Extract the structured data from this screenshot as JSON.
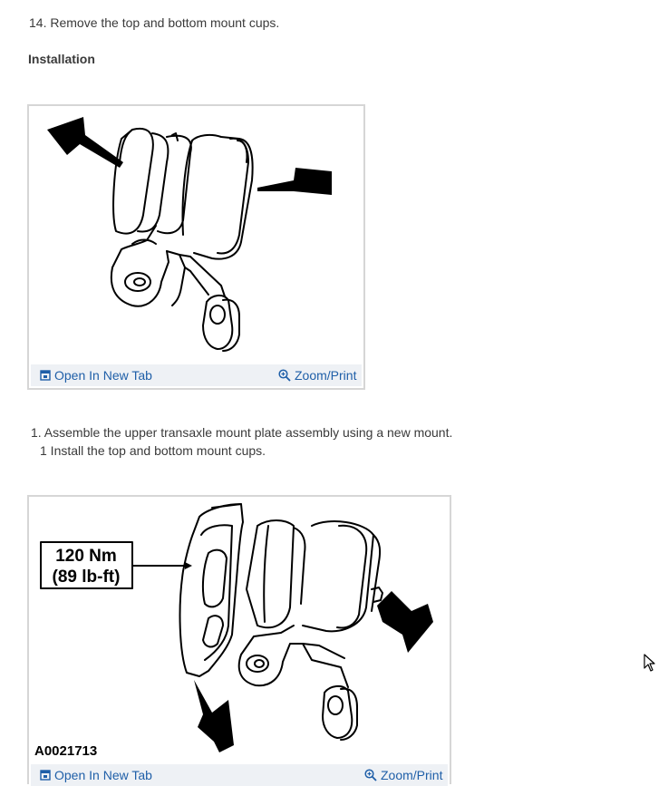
{
  "steps": {
    "removal_step": "14. Remove the top and bottom mount cups.",
    "installation_heading": "Installation",
    "install_step_1": "1. Assemble the upper transaxle mount plate assembly using a new mount.",
    "install_step_1_sub": "1  Install the top and bottom mount cups."
  },
  "figure1": {
    "open_tab_label": "Open In New Tab",
    "zoom_label": "Zoom/Print",
    "icons": [
      "open-in-new-tab-icon",
      "zoom-icon"
    ]
  },
  "figure2": {
    "torque_nm": "120 Nm",
    "torque_lbft": "(89 lb-ft)",
    "figure_code": "A0021713",
    "open_tab_label": "Open In New Tab",
    "zoom_label": "Zoom/Print",
    "icons": [
      "open-in-new-tab-icon",
      "zoom-icon"
    ]
  },
  "colors": {
    "link": "#1f5fa8",
    "toolbar_bg": "#eef1f5",
    "border": "#d6d6d6",
    "text": "#3a3a3a"
  }
}
